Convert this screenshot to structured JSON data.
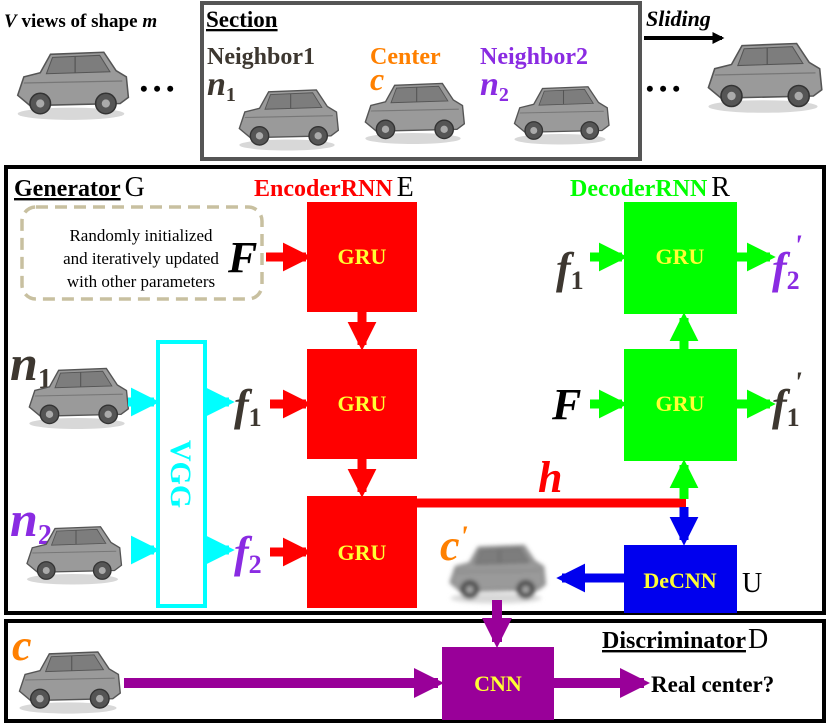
{
  "top_strip": {
    "views_label_v": "V",
    "views_label_mid": " views of shape ",
    "views_label_m": "m",
    "dots": "• • •",
    "section_title": "Section",
    "neighbor1": {
      "title": "Neighbor1",
      "sym": "n",
      "sub": "1"
    },
    "center": {
      "title": "Center",
      "sym": "c"
    },
    "neighbor2": {
      "title": "Neighbor2",
      "sym": "n",
      "sub": "2"
    },
    "sliding": "Sliding"
  },
  "generator": {
    "title": "Generator",
    "letter": "G",
    "note_lines": [
      "Randomly initialized",
      "and iteratively updated",
      "with other parameters"
    ],
    "F": "F",
    "vgg": "VGG",
    "n1_sym": "n",
    "n1_sub": "1",
    "n2_sym": "n",
    "n2_sub": "2",
    "f_sym": "f",
    "f1_sub": "1",
    "f2_sub": "2",
    "prime": "'"
  },
  "encoder": {
    "title": "EncoderRNN",
    "letter": "E",
    "cell": "GRU"
  },
  "decoder": {
    "title": "DecoderRNN",
    "letter": "R",
    "cell": "GRU"
  },
  "hidden": "h",
  "decnn": {
    "label": "DeCNN",
    "letter": "U"
  },
  "c_prime": {
    "sym": "c",
    "prime": "'"
  },
  "discriminator": {
    "title": "Discriminator",
    "letter": "D",
    "c_sym": "c",
    "cnn": "CNN",
    "output": "Real center?"
  },
  "colors": {
    "encoder_red": "#ff0000",
    "decoder_green": "#00ff00",
    "decnn_blue": "#0000ee",
    "discriminator_purple": "#990099",
    "vgg_cyan": "#00ffff",
    "orange": "#ff8000",
    "violet": "#8a2be2",
    "dark": "#3d3730",
    "cell_text_yellow": "#ffff33",
    "note_border": "#c8c0a0"
  },
  "icons": [
    "car-render"
  ]
}
